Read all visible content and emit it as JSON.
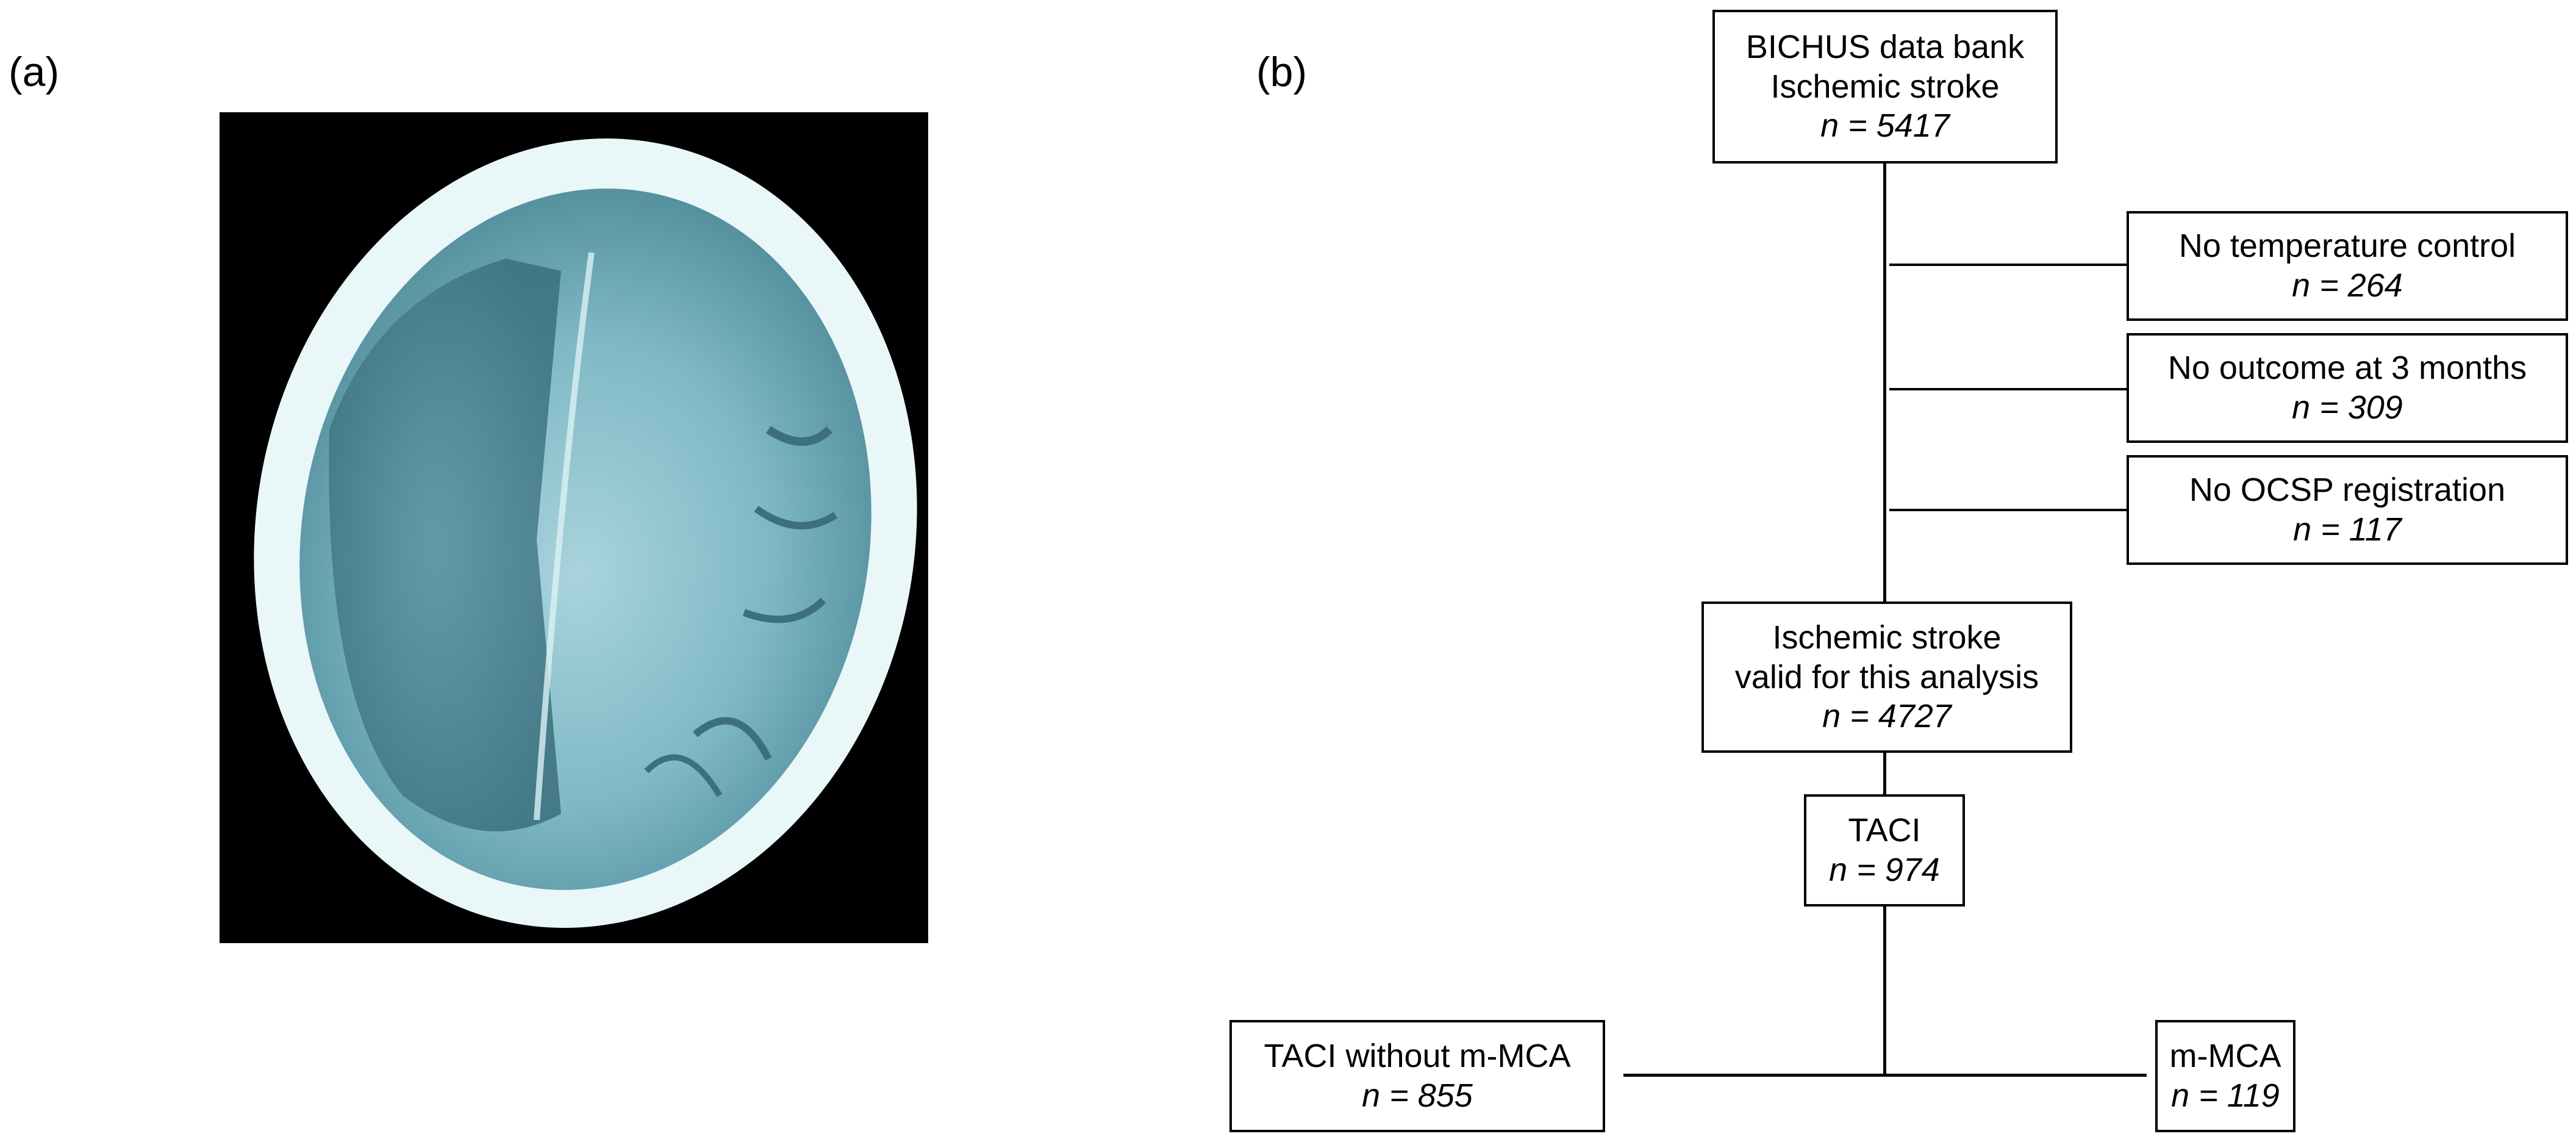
{
  "panels": {
    "a": "(a)",
    "b": "(b)"
  },
  "ct_image": {
    "description_icon": "ct-brain-scan"
  },
  "flowchart": {
    "source": {
      "line1": "BICHUS data bank",
      "line2": "Ischemic stroke",
      "n": "n = 5417"
    },
    "exclusions": [
      {
        "label": "No temperature control",
        "n": "n = 264"
      },
      {
        "label": "No outcome at 3 months",
        "n": "n = 309"
      },
      {
        "label": "No OCSP registration",
        "n": "n = 117"
      }
    ],
    "valid": {
      "line1": "Ischemic stroke",
      "line2": "valid for this analysis",
      "n": "n = 4727"
    },
    "taci": {
      "label": "TACI",
      "n": "n = 974"
    },
    "outcomes": [
      {
        "label": "TACI without m-MCA",
        "n": "n = 855"
      },
      {
        "label": "m-MCA",
        "n": "n = 119"
      }
    ]
  }
}
